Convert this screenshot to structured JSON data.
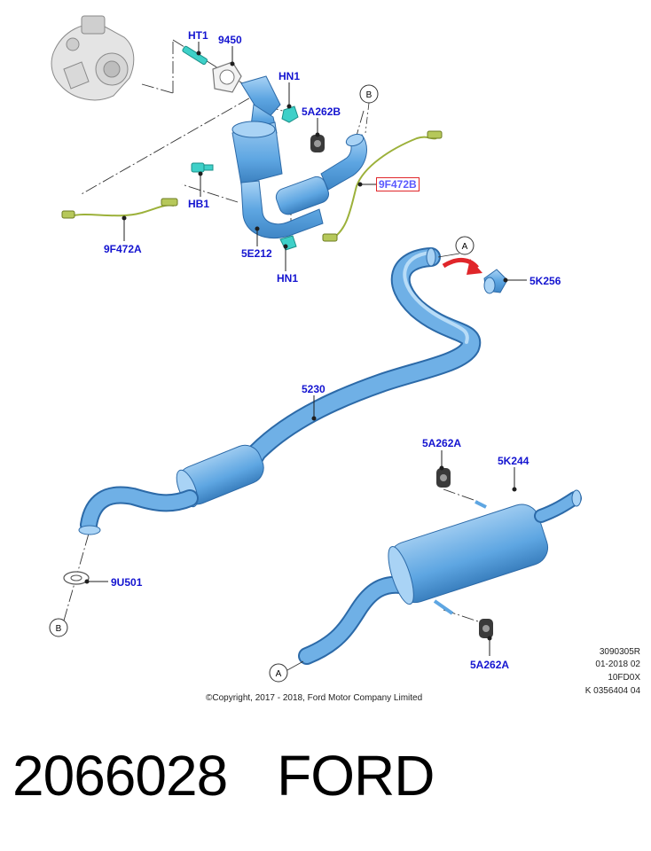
{
  "callouts": {
    "ht1": "HT1",
    "gasket_9450": "9450",
    "hn1_top": "HN1",
    "insulator_5a262b": "5A262B",
    "hb1": "HB1",
    "sensor_9f472b": "9F472B",
    "sensor_9f472a": "9F472A",
    "converter_5e212": "5E212",
    "hn1_bottom": "HN1",
    "clamp_5k256": "5K256",
    "pipe_5230": "5230",
    "insulator_5a262a_top": "5A262A",
    "muffler_5k244": "5K244",
    "gasket_9u501": "9U501",
    "insulator_5a262a_bottom": "5A262A"
  },
  "connectors": {
    "a": "A",
    "b": "B"
  },
  "reference_codes": [
    "3090305R",
    "01-2018 02",
    "10FD0X",
    "K 0356404 04"
  ],
  "copyright": "©Copyright, 2017 - 2018, Ford Motor Company Limited",
  "part_number": "2066028",
  "brand": "FORD",
  "colors": {
    "part_fill": "#5ea6e2",
    "part_highlight": "#a9d3f5",
    "part_outline": "#2c6aa8",
    "callout_text": "#1414d0",
    "sensor_wire": "#9cb13a",
    "hardware": "#3ed0c8",
    "insulator": "#3a3a3a",
    "arrow": "#e0262a"
  }
}
